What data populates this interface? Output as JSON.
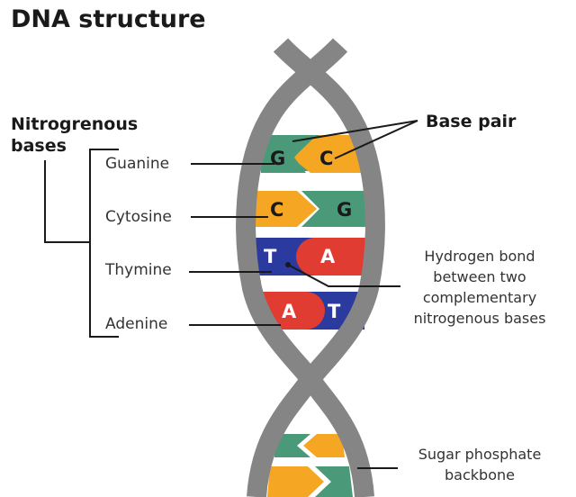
{
  "title": "DNA structure",
  "colors": {
    "backbone": "#858585",
    "guanine": "#4a9a7a",
    "cytosine": "#f5a623",
    "thymine": "#2b3a9e",
    "adenine": "#e03c31",
    "line": "#1a1a1a",
    "background": "#ffffff"
  },
  "left_labels": {
    "group_heading_line1": "Nitrogrenous",
    "group_heading_line2": "bases",
    "bases": [
      "Guanine",
      "Cytosine",
      "Thymine",
      "Adenine"
    ]
  },
  "right_labels": {
    "base_pair": "Base pair",
    "hydrogen_bond": [
      "Hydrogen bond",
      "between two",
      "complementary",
      "nitrogenous bases"
    ],
    "backbone": [
      "Sugar phosphate",
      "backbone"
    ]
  },
  "base_pairs": [
    {
      "left": "G",
      "right": "C",
      "left_base": "guanine",
      "right_base": "cytosine"
    },
    {
      "left": "C",
      "right": "G",
      "left_base": "cytosine",
      "right_base": "guanine"
    },
    {
      "left": "T",
      "right": "A",
      "left_base": "thymine",
      "right_base": "adenine"
    },
    {
      "left": "A",
      "right": "T",
      "left_base": "adenine",
      "right_base": "thymine"
    }
  ]
}
